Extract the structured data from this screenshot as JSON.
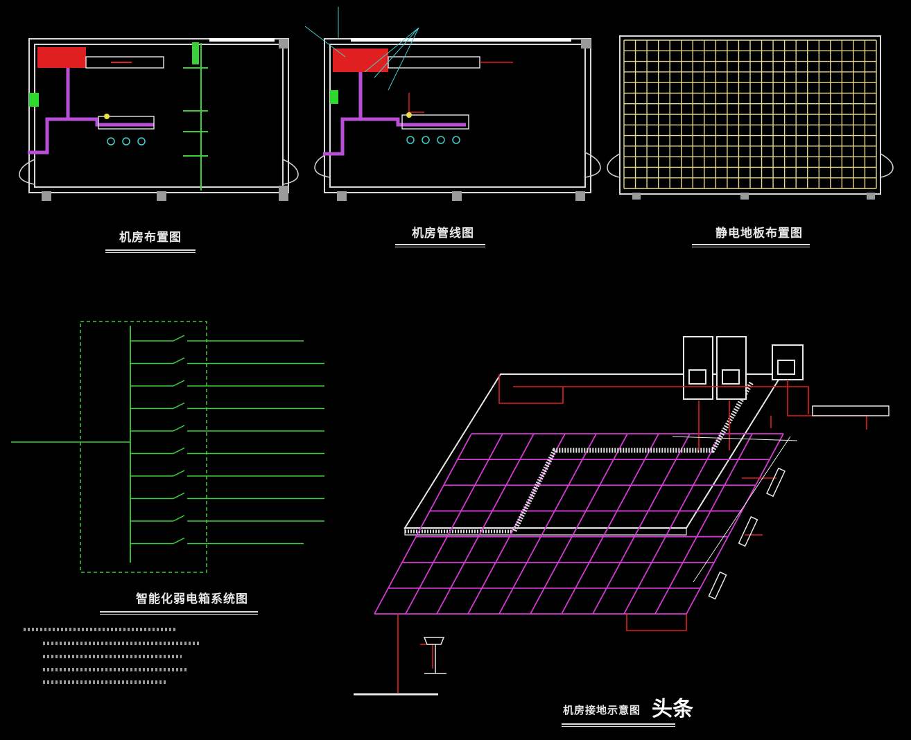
{
  "drawing_titles": {
    "room_layout": "机房布置图",
    "room_pipe": "机房管线图",
    "floor_grid": "静电地板布置图",
    "distribution": "智能化弱电箱系统图",
    "grounding": "机房接地示意图"
  },
  "watermark": "头条",
  "colors": {
    "background": "#000000",
    "wall": "#d9d9d9",
    "equipment_red": "#e02020",
    "conduit_purple": "#b84fd6",
    "grid_yellow": "#e8d98a",
    "green_line": "#3ccf3c",
    "magenta_grid": "#d43ad4",
    "cyan": "#3fd0d0"
  }
}
